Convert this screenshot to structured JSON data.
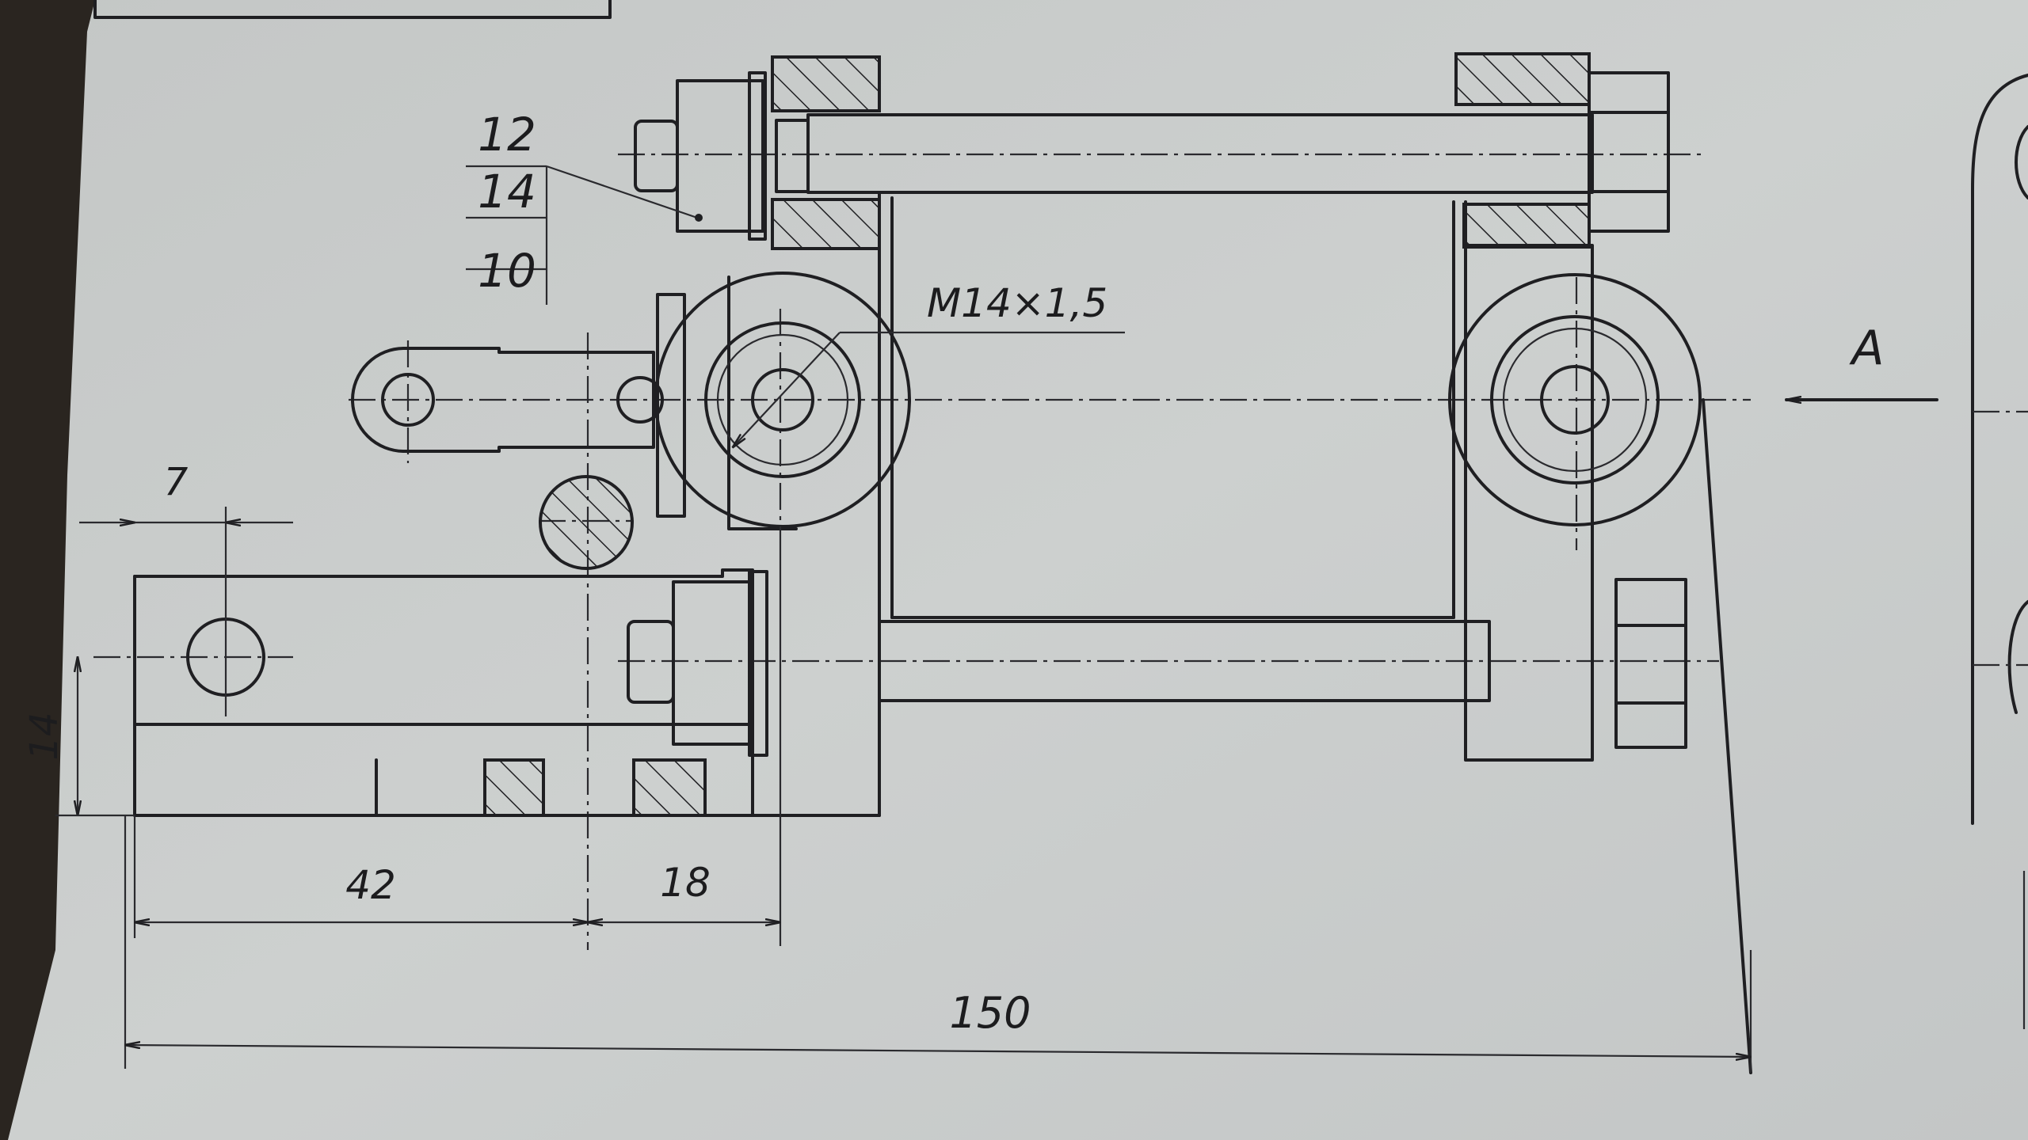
{
  "drawing": {
    "labels": {
      "leader_top": "12",
      "leader_mid": "14",
      "leader_bottom": "10",
      "thread": "M14×1,5",
      "view": "A"
    },
    "dimensions": {
      "hole_offset": "7",
      "plate_height": "14",
      "left_span": "42",
      "mid_span": "18",
      "overall_length": "150"
    }
  },
  "colors": {
    "paper": "#c9ccca",
    "ink": "#1f1f22",
    "background": "#2a2520"
  }
}
